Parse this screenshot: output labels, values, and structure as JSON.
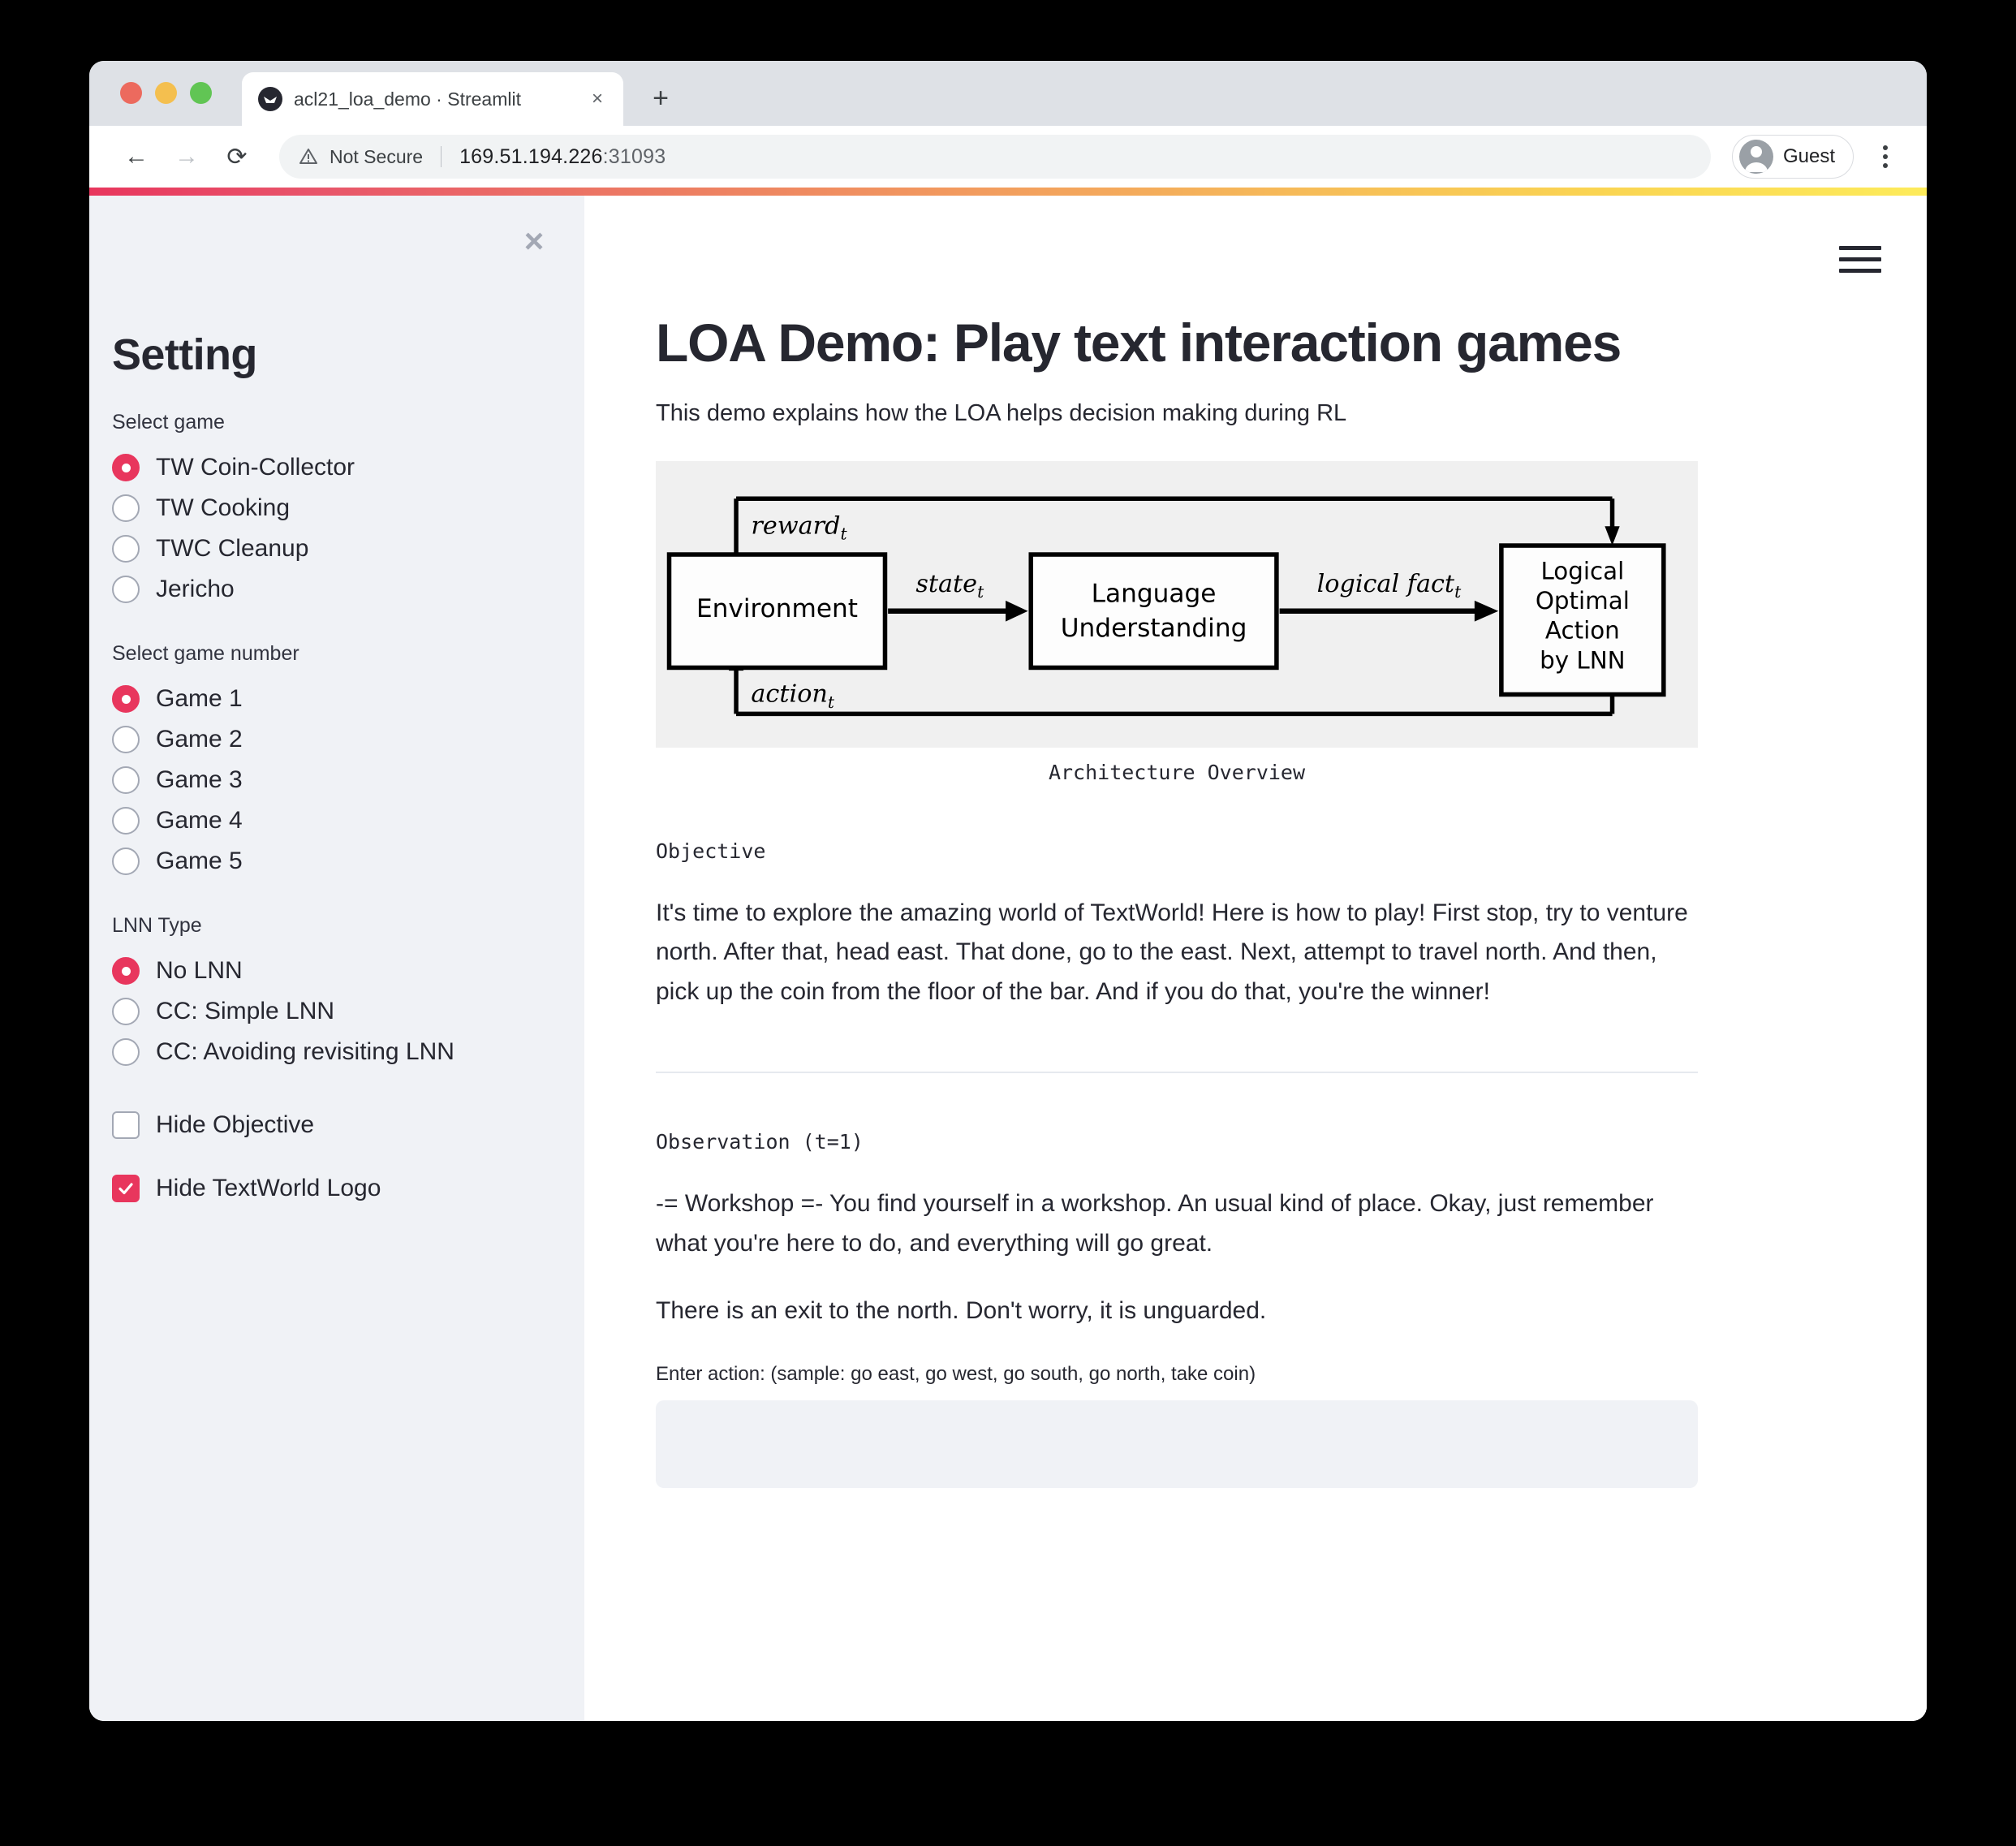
{
  "browser": {
    "tab": {
      "title": "acl21_loa_demo · Streamlit",
      "favicon": "streamlit-crown-icon",
      "close": "×"
    },
    "new_tab": "+",
    "nav": {
      "back": "←",
      "forward": "→",
      "reload": "⟳"
    },
    "omnibox": {
      "warning_icon": "not-secure-warning-icon",
      "security_label": "Not Secure",
      "url_host": "169.51.194.226",
      "url_port": ":31093"
    },
    "profile": {
      "name": "Guest",
      "icon": "person-avatar-icon"
    },
    "menu_icon": "kebab-menu-icon"
  },
  "sidebar": {
    "close_icon": "×",
    "title": "Setting",
    "groups": [
      {
        "label": "Select game",
        "options": [
          {
            "label": "TW Coin-Collector",
            "selected": true
          },
          {
            "label": "TW Cooking",
            "selected": false
          },
          {
            "label": "TWC Cleanup",
            "selected": false
          },
          {
            "label": "Jericho",
            "selected": false
          }
        ]
      },
      {
        "label": "Select game number",
        "options": [
          {
            "label": "Game 1",
            "selected": true
          },
          {
            "label": "Game 2",
            "selected": false
          },
          {
            "label": "Game 3",
            "selected": false
          },
          {
            "label": "Game 4",
            "selected": false
          },
          {
            "label": "Game 5",
            "selected": false
          }
        ]
      },
      {
        "label": "LNN Type",
        "options": [
          {
            "label": "No LNN",
            "selected": true
          },
          {
            "label": "CC: Simple LNN",
            "selected": false
          },
          {
            "label": "CC: Avoiding revisiting LNN",
            "selected": false
          }
        ]
      }
    ],
    "checkboxes": [
      {
        "label": "Hide Objective",
        "checked": false
      },
      {
        "label": "Hide TextWorld Logo",
        "checked": true
      }
    ]
  },
  "main": {
    "hamburger_icon": "hamburger-menu-icon",
    "title": "LOA Demo: Play text interaction games",
    "subtitle": "This demo explains how the LOA helps decision making during RL",
    "figure": {
      "caption": "Architecture Overview",
      "nodes": [
        {
          "id": "environment",
          "label": "Environment"
        },
        {
          "id": "language-understanding",
          "label": "Language\nUnderstanding"
        },
        {
          "id": "logical-optimal-action",
          "label": "Logical\nOptimal\nAction\nby LNN"
        }
      ],
      "edges": [
        {
          "id": "state",
          "label": "state",
          "sub": "t"
        },
        {
          "id": "logical-fact",
          "label": "logical fact",
          "sub": "t"
        },
        {
          "id": "reward",
          "label": "reward",
          "sub": "t"
        },
        {
          "id": "action",
          "label": "action",
          "sub": "t"
        }
      ]
    },
    "objective_label": "Objective",
    "objective_text": "It's time to explore the amazing world of TextWorld! Here is how to play! First stop, try to venture north. After that, head east. That done, go to the east. Next, attempt to travel north. And then, pick up the coin from the floor of the bar. And if you do that, you're the winner!",
    "observation_label": "Observation (t=1)",
    "observation_text_1": "-= Workshop =- You find yourself in a workshop. An usual kind of place. Okay, just remember what you're here to do, and everything will go great.",
    "observation_text_2": "There is an exit to the north. Don't worry, it is unguarded.",
    "action_prompt": "Enter action: (sample: go east, go west, go south, go north, take coin)",
    "action_input_value": "",
    "action_input_placeholder": ""
  },
  "colors": {
    "accent": "#e8365d",
    "sidebar_bg": "#f0f2f6",
    "text": "#262730",
    "figure_bg": "#f0f0f0"
  }
}
